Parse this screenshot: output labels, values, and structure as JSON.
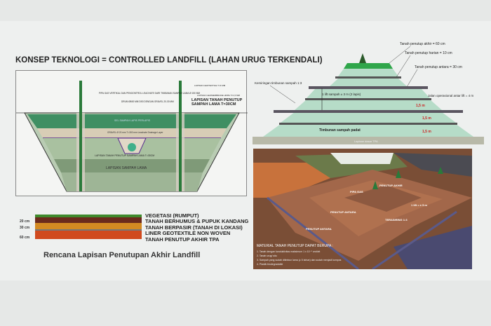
{
  "title": "KONSEP TEKNOLOGI = CONTROLLED LANDFILL (LAHAN URUG TERKENDALI)",
  "cross_section": {
    "labels": {
      "gas_pipe": "PIPA GAS VERTIKAL DAN PENGONTROL LEACHATE DARI TIMBUNAN SAMPAH LAMA Ø 150 MM",
      "drum": "DRUM Ø600 MM DISI DENGAN GRAVEL 20-30 MM",
      "geotextile": "LAPISAN GEOTEXTILE T=4 MM",
      "geomembrane": "LAPISAN GEOMEMBRANE HDPE T=1,5 MM",
      "cover_old": "LAPISAN TANAH PENUTUP SAMPAH LAMA T=30CM",
      "cell": "SEL SAMPAH LAPIS PERLAPIS",
      "gravel": "GRAVEL Ø 20 mm T=300 mm Leachate Drainage Layer",
      "cover_old_mid": "LAPISAN TANAH PENUTUP SAMPAH LAMA T=30CM",
      "old_waste": "LAPISAN SAMPAH LAMA"
    }
  },
  "pyramid": {
    "final_cover": "Tanah penutup akhir = 60 cm",
    "daily_cover": "Tanah penutup harian = 10 cm",
    "intermediate_cover": "Tanah penutup antara = 30 cm",
    "slope": "Kemiringan timbunan sampah 1:3",
    "lift": "1 lift sampah ± 3 m (2 lapis)",
    "road": "Jalan operasional antar lift = 4 m",
    "heights": [
      "1,5 m",
      "1,5 m",
      "1,5 m"
    ],
    "solid_waste": "Timbunan sampah padat",
    "base": "Lapisan dasar TPA"
  },
  "render": {
    "labels": {
      "gas_pipe": "PIPA GAS",
      "final_cover": "PENUTUP AKHIR",
      "intermediate1": "PENUTUP ANTARA",
      "intermediate2": "PENUTUP ANTARA",
      "lift": "1 lift = ± 5 m",
      "terrace": "TERASIRING 1:3"
    },
    "material_title": "MATERIAL TANAH PENUTUP DAPAT BERUPA :",
    "materials": [
      "1.  Tanah dengan konduktivitas maksimum 1 x 10⁻⁵ cm/det",
      "2.  Tanah urug/ situ",
      "3.  Sampah yang sudah ditimbun lama (≥ 5 tahun) dan sudah menjadi kompos",
      "4.  Plastik biodegradable"
    ]
  },
  "layers": {
    "items": [
      {
        "label": "VEGETASI (RUMPUT)",
        "color": "#3f8a2c"
      },
      {
        "label": "TANAH BERHUMUS & PUPUK KANDANG",
        "color": "#6b2a1c"
      },
      {
        "label": "TANAH BERPASIR (TANAH DI LOKASI)",
        "color": "#d48a22"
      },
      {
        "label": "LINER GEOTEXTILE NON WOVEN",
        "color": "#777777"
      },
      {
        "label": "TANAH PENUTUP AKHIR TPA",
        "color": "#d04a1e"
      }
    ],
    "thickness": [
      "20 cm",
      "30 cm",
      "60 cm"
    ],
    "caption": "Rencana Lapisan Penutupan Akhir Landfill"
  }
}
